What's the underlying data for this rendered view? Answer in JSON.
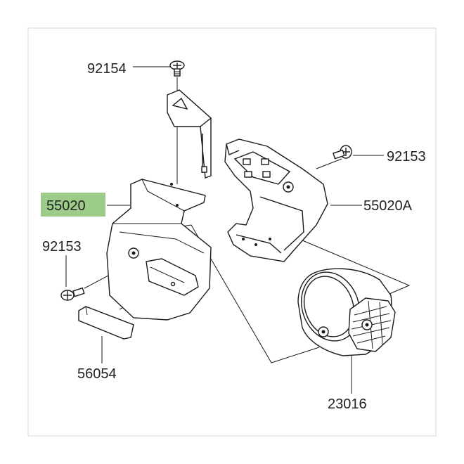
{
  "colors": {
    "highlight": "#9ccc88",
    "ink": "#1a1a1a",
    "border": "#d9d9d9",
    "background": "#ffffff"
  },
  "parts": [
    {
      "id": "p92154",
      "label": "92154"
    },
    {
      "id": "p92153a",
      "label": "92153"
    },
    {
      "id": "p55020",
      "label": "55020",
      "highlighted": true
    },
    {
      "id": "p55020a",
      "label": "55020A"
    },
    {
      "id": "p92153b",
      "label": "92153"
    },
    {
      "id": "p56054",
      "label": "56054"
    },
    {
      "id": "p23016",
      "label": "23016"
    }
  ]
}
